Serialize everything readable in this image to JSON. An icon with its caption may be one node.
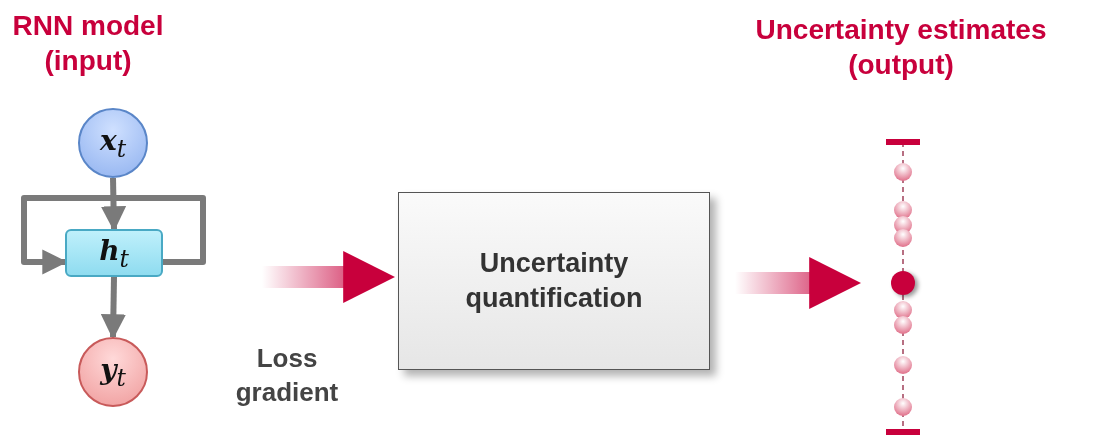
{
  "diagram": {
    "nodes": [
      {
        "text": [
          "**x**$_{t}$"
        ]
      },
      {
        "text": [
          "**h**$_{t}$"
        ]
      },
      {
        "text": [
          "**y**$_{t}$"
        ]
      },
      {
        "text": [
          "Uncertainty quantification"
        ]
      },
      {
        "text": [],
        "shape": "picture"
      }
    ],
    "edges": [
      {
        "from": 0,
        "to": 1,
        "arrow": "to"
      },
      {
        "from": 1,
        "to": 2,
        "arrow": "to"
      },
      {
        "from": 1,
        "to": 1,
        "arrow": "to"
      },
      {
        "from": null,
        "to": 3,
        "arrow": "to",
        "label": "Loss gradient",
        "style": "thick",
        "color": "#c8003c"
      },
      {
        "from": 3,
        "to": 4,
        "arrow": "to",
        "style": "thick",
        "color": "#c8003c"
      }
    ],
    "labels": [
      "RNN model (input)",
      "Uncertainty estimates (output)"
    ]
  }
}
